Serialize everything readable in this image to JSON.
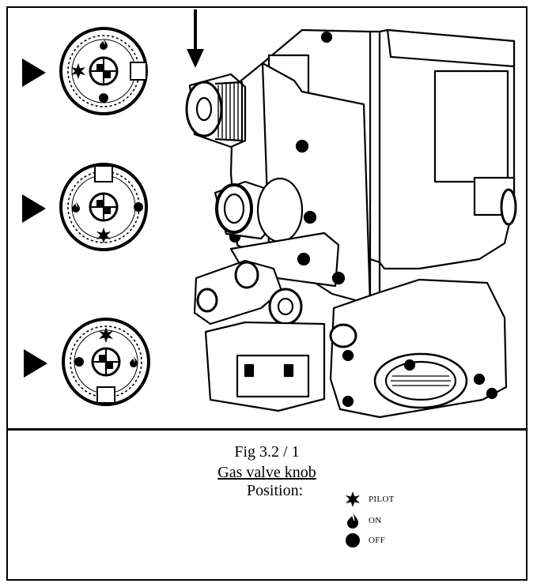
{
  "caption": {
    "figure_number": "Fig 3.2 / 1",
    "title": "Gas valve knob",
    "position_label": "Position:"
  },
  "legend": [
    {
      "symbol": "pilot-star-icon",
      "label": "PILOT"
    },
    {
      "symbol": "flame-icon",
      "label": "ON"
    },
    {
      "symbol": "filled-circle-icon",
      "label": "OFF"
    }
  ],
  "knob_positions": [
    "PILOT",
    "ON",
    "OFF"
  ]
}
